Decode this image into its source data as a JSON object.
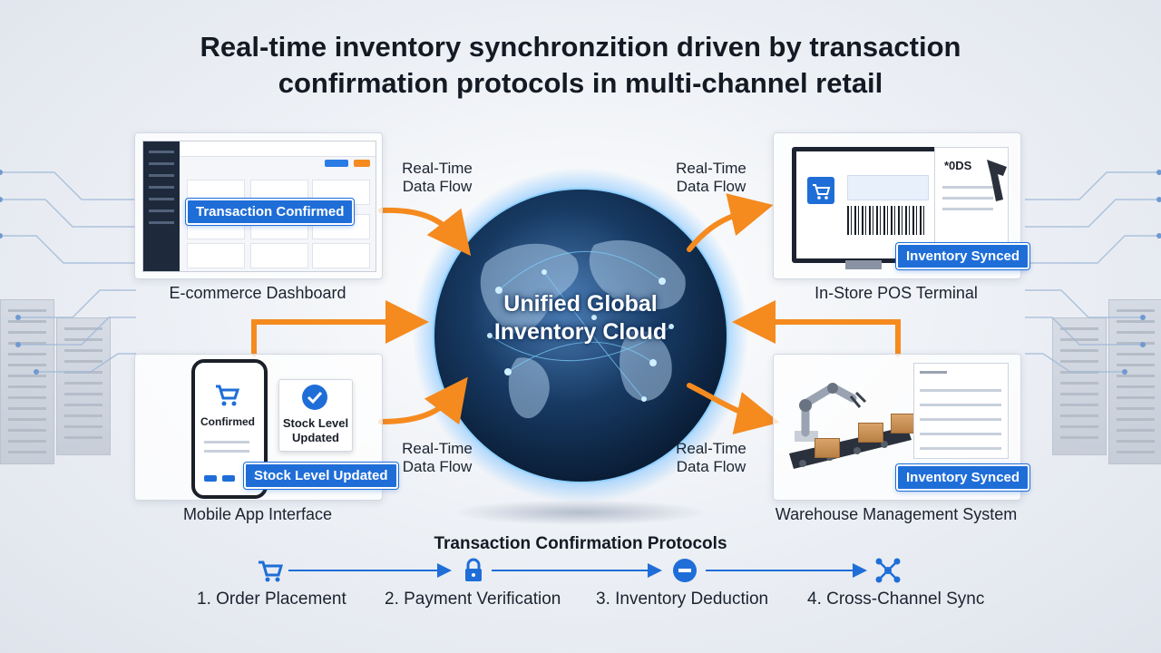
{
  "title": {
    "line1": "Real-time inventory synchronzition driven by transaction",
    "line2": "confirmation protocols in multi-channel retail"
  },
  "hub": {
    "line1": "Unified Global",
    "line2": "Inventory Cloud"
  },
  "flow_label": {
    "line1": "Real-Time",
    "line2": "Data Flow"
  },
  "channels": {
    "ecommerce": {
      "caption": "E-commerce Dashboard",
      "badge": "Transaction Confirmed"
    },
    "pos": {
      "caption": "In-Store POS Terminal",
      "badge": "Inventory Synced",
      "receipt_text": "*0DS"
    },
    "mobile": {
      "caption": "Mobile App Interface",
      "badge": "Stock Level Updated",
      "screen_text": "Confirmed",
      "popup_line1": "Stock Level",
      "popup_line2": "Updated"
    },
    "warehouse": {
      "caption": "Warehouse Management System",
      "badge": "Inventory Synced"
    }
  },
  "protocols": {
    "title": "Transaction Confirmation Protocols",
    "steps": [
      {
        "label": "1. Order Placement",
        "icon": "cart-icon"
      },
      {
        "label": "2. Payment Verification",
        "icon": "lock-icon"
      },
      {
        "label": "3. Inventory Deduction",
        "icon": "minus-circle-icon"
      },
      {
        "label": "4. Cross-Channel Sync",
        "icon": "network-icon"
      }
    ]
  },
  "colors": {
    "accent_blue": "#1f6ed8",
    "arrow_orange": "#f58a1f",
    "globe_dark": "#0e2a4a",
    "globe_glow": "#5fb4ff"
  }
}
